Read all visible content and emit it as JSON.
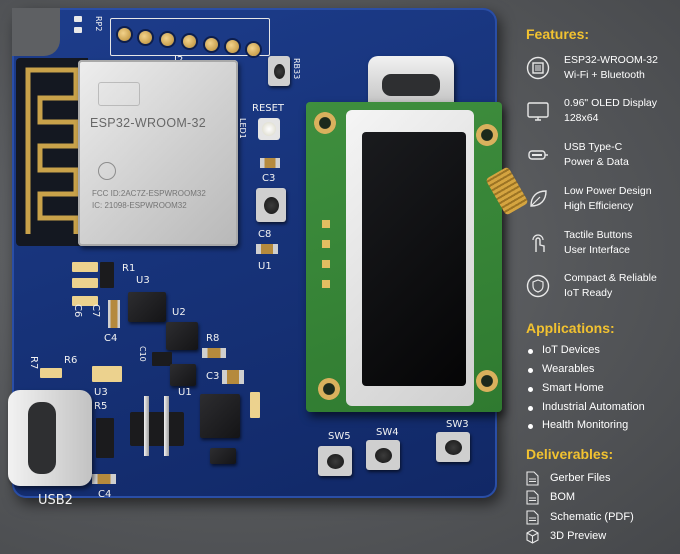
{
  "board": {
    "module_name": "ESP32-WROOM-32",
    "module_fcc": "FCC ID:2AC7Z-ESPWROOM32",
    "module_ic": "IC: 21098-ESPWROOM32",
    "labels": {
      "j2": "J2",
      "reset": "RESET",
      "rp2": "RP2",
      "rb33": "RB33",
      "led1": "LED1",
      "c3": "C3",
      "c8": "C8",
      "u1_top": "U1",
      "r1": "R1",
      "u3_top": "U3",
      "c6": "C6",
      "c7": "C7",
      "c4_top": "C4",
      "u2": "U2",
      "r8": "R8",
      "r7": "R7",
      "r6": "R6",
      "c10": "C10",
      "c3_bot": "C3",
      "u1_bot": "U1",
      "u3_bot": "U3",
      "r5": "R5",
      "c4_bot": "C4",
      "usb2": "USB2",
      "sw5": "SW5",
      "sw4": "SW4",
      "sw3": "SW3"
    }
  },
  "features_title": "Features:",
  "features": [
    {
      "icon": "chip-icon",
      "line1": "ESP32-WROOM-32",
      "line2": "Wi-Fi + Bluetooth"
    },
    {
      "icon": "display-icon",
      "line1": "0.96\" OLED Display",
      "line2": "128x64"
    },
    {
      "icon": "usb-icon",
      "line1": "USB Type-C",
      "line2": "Power & Data"
    },
    {
      "icon": "leaf-icon",
      "line1": "Low Power Design",
      "line2": "High Efficiency"
    },
    {
      "icon": "touch-icon",
      "line1": "Tactile Buttons",
      "line2": "User Interface"
    },
    {
      "icon": "shield-icon",
      "line1": "Compact & Reliable",
      "line2": "IoT Ready"
    }
  ],
  "applications_title": "Applications:",
  "applications": [
    "IoT Devices",
    "Wearables",
    "Smart Home",
    "Industrial Automation",
    "Health Monitoring"
  ],
  "deliverables_title": "Deliverables:",
  "deliverables": [
    "Gerber Files",
    "BOM",
    "Schematic (PDF)",
    "3D Preview"
  ],
  "colors": {
    "accent": "#f2c230",
    "pcb": "#17337a",
    "oled_pcb": "#2f7a30"
  }
}
